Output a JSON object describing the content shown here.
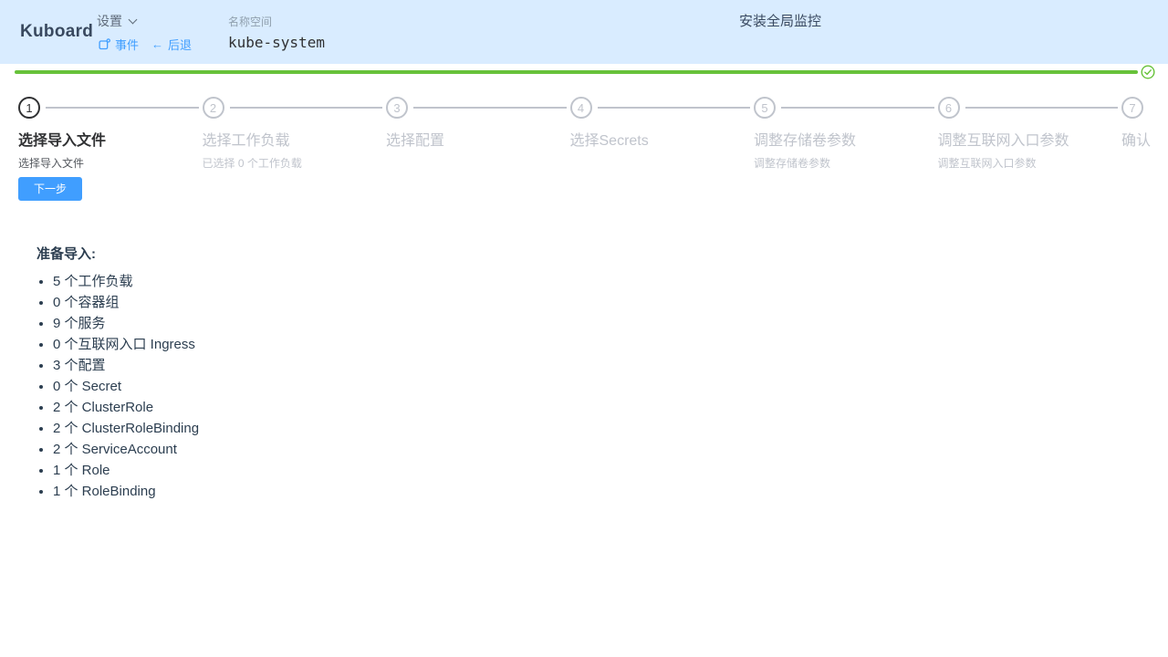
{
  "header": {
    "logo": "Kuboard",
    "settings_label": "设置",
    "events_label": "事件",
    "back_arrow": "←",
    "back_label": "后退",
    "namespace_label": "名称空间",
    "namespace_value": "kube-system",
    "menu_monitor": "安装全局监控"
  },
  "progress": {
    "percent": 100,
    "status": "success",
    "color": "#67c23a"
  },
  "steps": [
    {
      "number": "1",
      "title": "选择导入文件",
      "description": "选择导入文件",
      "state": "active"
    },
    {
      "number": "2",
      "title": "选择工作负载",
      "description": "已选择 0 个工作负载",
      "state": "wait"
    },
    {
      "number": "3",
      "title": "选择配置",
      "description": "",
      "state": "wait"
    },
    {
      "number": "4",
      "title": "选择Secrets",
      "description": "",
      "state": "wait"
    },
    {
      "number": "5",
      "title": "调整存储卷参数",
      "description": "调整存储卷参数",
      "state": "wait"
    },
    {
      "number": "6",
      "title": "调整互联网入口参数",
      "description": "调整互联网入口参数",
      "state": "wait"
    },
    {
      "number": "7",
      "title": "确认",
      "description": "",
      "state": "wait"
    }
  ],
  "actions": {
    "next_label": "下一步"
  },
  "import_summary": {
    "heading": "准备导入:",
    "items": [
      "5 个工作负载",
      "0 个容器组",
      "9 个服务",
      "0 个互联网入口 Ingress",
      "3 个配置",
      "0 个 Secret",
      "2 个 ClusterRole",
      "2 个 ClusterRoleBinding",
      "2 个 ServiceAccount",
      "1 个 Role",
      "1 个 RoleBinding"
    ]
  },
  "colors": {
    "header_bg": "#d9ecff",
    "accent_blue": "#409eff",
    "success_green": "#67c23a",
    "wait_gray": "#c0c4cc",
    "text_dark": "#303133"
  }
}
